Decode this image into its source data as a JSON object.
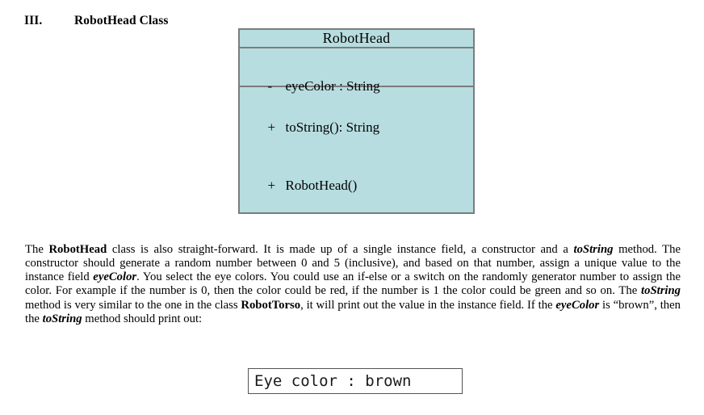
{
  "document": {
    "heading": {
      "numeral": "III.",
      "title": "RobotHead Class"
    },
    "uml_class": {
      "name": "RobotHead",
      "attributes": [
        {
          "visibility": "-",
          "signature": "eyeColor : String"
        }
      ],
      "operations": [
        {
          "visibility": "+",
          "signature": "toString(): String"
        },
        {
          "visibility": "+",
          "signature": "RobotHead()"
        }
      ],
      "fill_color": "#b7dde0",
      "border_color": "#7c7c7c"
    },
    "paragraph": {
      "segments": [
        {
          "text": "The ",
          "style": "normal"
        },
        {
          "text": "RobotHead",
          "style": "bold"
        },
        {
          "text": " class is also straight-forward. It is made up of a single instance field, a constructor and a ",
          "style": "normal"
        },
        {
          "text": "toString",
          "style": "bold-italic"
        },
        {
          "text": " method. The constructor should generate a random number between 0 and 5 (inclusive), and based on that number, assign a unique value to the instance field ",
          "style": "normal"
        },
        {
          "text": "eyeColor",
          "style": "bold-italic"
        },
        {
          "text": ". You select the eye colors. You could use an if-else or a switch on the randomly generator number to assign the color. For example if the number is 0, then the color could be red, if the number is 1 the color could be green and so on. The ",
          "style": "normal"
        },
        {
          "text": "toString",
          "style": "bold-italic"
        },
        {
          "text": " method is very similar to the one in the class ",
          "style": "normal"
        },
        {
          "text": "RobotTorso",
          "style": "bold"
        },
        {
          "text": ", it will print out the value in the instance field. If the ",
          "style": "normal"
        },
        {
          "text": "eyeColor",
          "style": "bold-italic"
        },
        {
          "text": " is “brown”, then the ",
          "style": "normal"
        },
        {
          "text": "toString",
          "style": "bold-italic"
        },
        {
          "text": " method should print out:",
          "style": "normal"
        }
      ]
    },
    "output_box": {
      "text": "Eye color : brown"
    }
  }
}
